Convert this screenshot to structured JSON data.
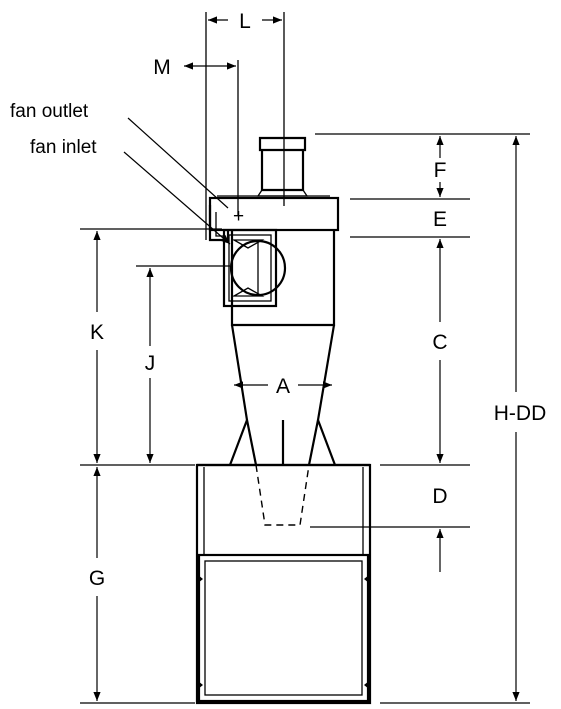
{
  "labels": {
    "L": "L",
    "M": "M",
    "fan_outlet": "fan outlet",
    "fan_inlet": "fan inlet",
    "F": "F",
    "E": "E",
    "K": "K",
    "C": "C",
    "J": "J",
    "A": "A",
    "H_DD": "H-DD",
    "D": "D",
    "G": "G"
  }
}
